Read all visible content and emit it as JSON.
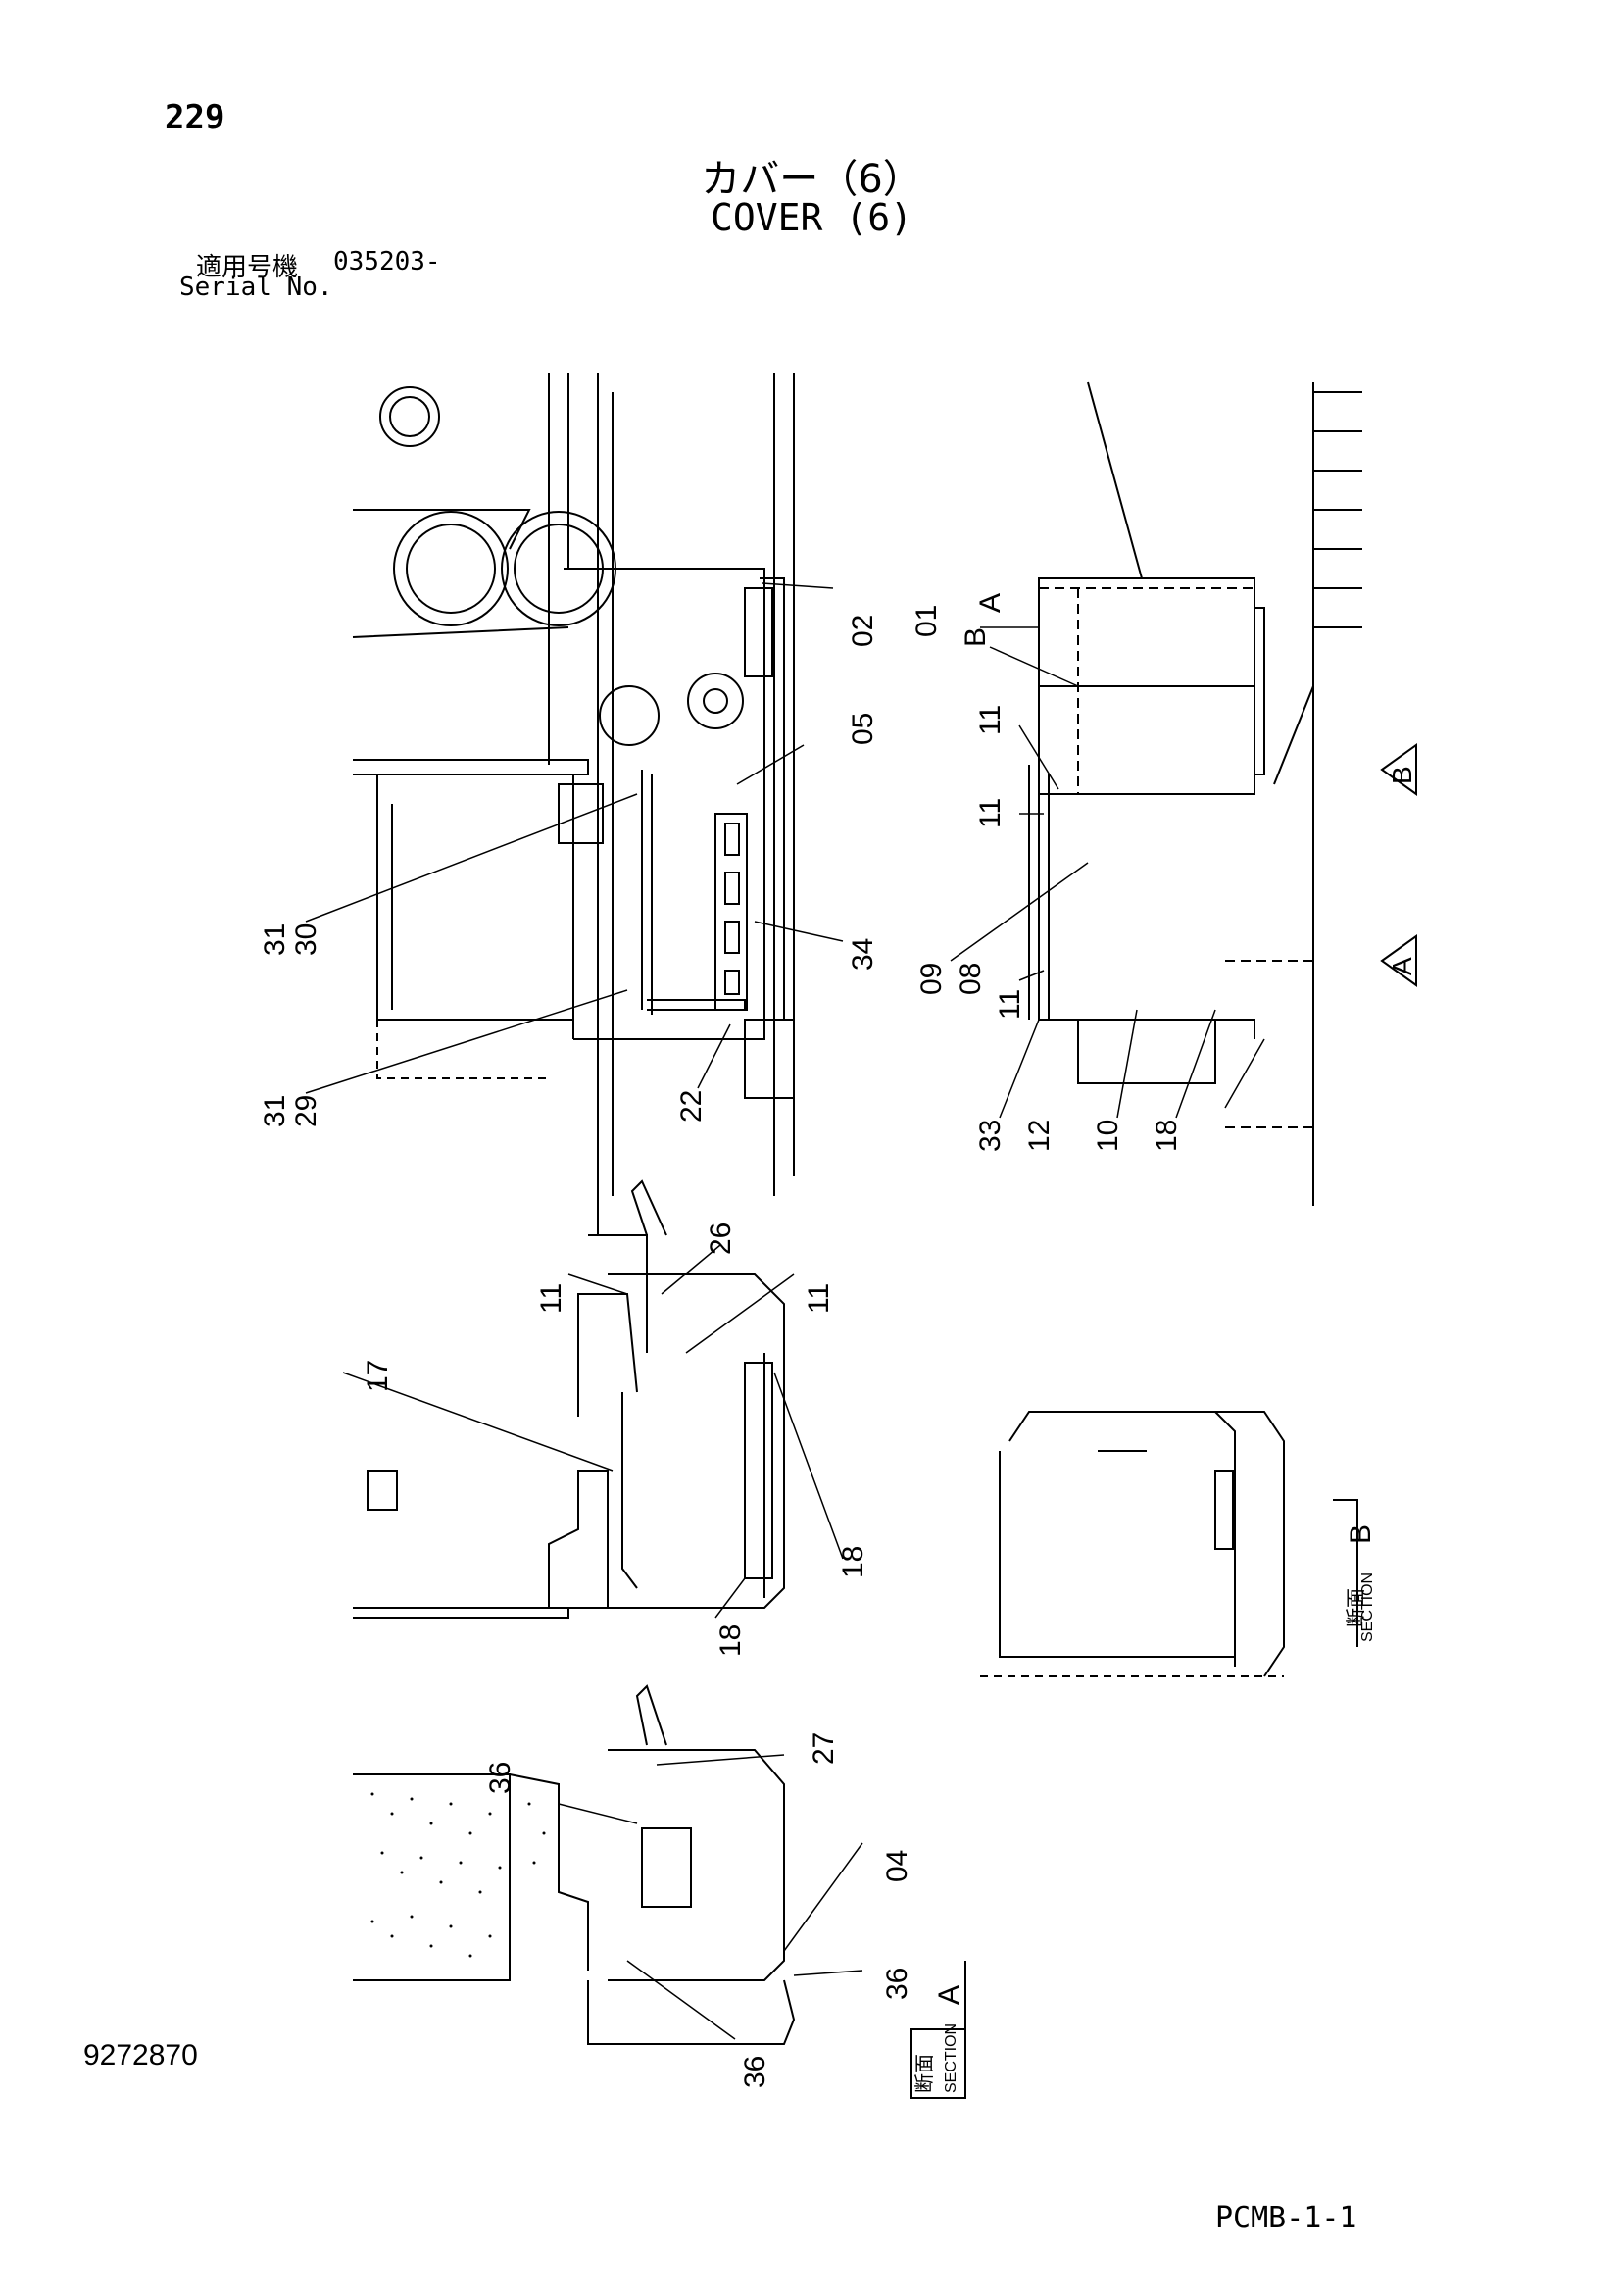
{
  "header": {
    "page_number": "229",
    "title_jp": "カバー（6）",
    "title_en": "COVER (6)",
    "serial_label_jp": "適用号機",
    "serial_value": "035203-",
    "serial_label_en": "Serial No."
  },
  "footer": {
    "document_number": "9272870",
    "sheet_code": "PCMB-1-1"
  },
  "callouts": {
    "c02": "02",
    "c05": "05",
    "c01": "01",
    "cA": "A",
    "cB": "B",
    "c31a": "31",
    "c30": "30",
    "c34": "34",
    "c31b": "31",
    "c29": "29",
    "c22": "22",
    "c11a": "11",
    "c11b": "11",
    "c09": "09",
    "c08": "08",
    "c11c": "11",
    "c33": "33",
    "c12": "12",
    "c10": "10",
    "c18a": "18",
    "c26": "26",
    "c11d": "11",
    "c11e": "11",
    "c17": "17",
    "c18b": "18",
    "c18c": "18",
    "c27": "27",
    "c36a": "36",
    "c04": "04",
    "c36b": "36",
    "c36c": "36"
  },
  "view_markers": {
    "b": "B",
    "a": "A"
  },
  "sections": {
    "b": {
      "kanji": "断面",
      "word": "SECTION",
      "letter": "B"
    },
    "a": {
      "kanji": "断面",
      "word": "SECTION",
      "letter": "A"
    }
  }
}
